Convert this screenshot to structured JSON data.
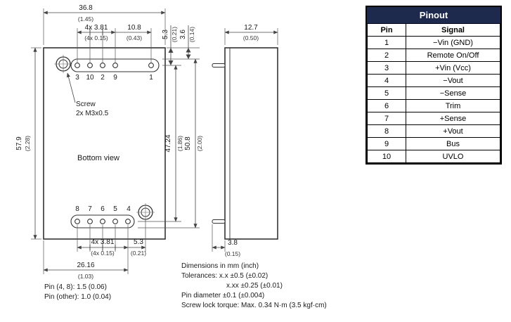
{
  "drawing": {
    "dims": {
      "body_width": {
        "mm": "36.8",
        "inch": "(1.45)"
      },
      "pin_pitch_top": {
        "mm": "4x 3.81",
        "inch": "(4x 0.15)"
      },
      "pin1_offset": {
        "mm": "10.8",
        "inch": "(0.43)"
      },
      "pin_edge_53_top": {
        "mm": "5.3",
        "inch": "(0.21)"
      },
      "slot_edge_36": {
        "mm": "3.6",
        "inch": "(0.14)"
      },
      "side_width": {
        "mm": "12.7",
        "inch": "(0.50)"
      },
      "body_height": {
        "mm": "57.9",
        "inch": "(2.28)"
      },
      "pin_row_span": {
        "mm": "47.24",
        "inch": "(1.86)"
      },
      "outer_span": {
        "mm": "50.8",
        "inch": "(2.00)"
      },
      "pin_pitch_bottom": {
        "mm": "4x 3.81",
        "inch": "(4x 0.15)"
      },
      "pin_edge_53_bottom": {
        "mm": "5.3",
        "inch": "(0.21)"
      },
      "edge_to_pin4": {
        "mm": "26.16",
        "inch": "(1.03)"
      },
      "pin_length": {
        "mm": "3.8",
        "inch": "(0.15)"
      }
    },
    "labels": {
      "screw_line1": "Screw",
      "screw_line2": "2x M3x0.5",
      "bottom_view": "Bottom view",
      "pins_top": [
        "3",
        "10",
        "2",
        "9",
        "1"
      ],
      "pins_bottom": [
        "8",
        "7",
        "6",
        "5",
        "4"
      ]
    },
    "notes": {
      "lines": [
        "Dimensions in mm (inch)",
        "Tolerances: x.x ±0.5 (±0.02)",
        "x.xx ±0.25 (±0.01)",
        "Pin diameter ±0.1 (±0.004)",
        "Screw lock torque: Max. 0.34 N·m (3.5 kgf·cm)"
      ],
      "pin_lines": [
        "Pin (4, 8): 1.5 (0.06)",
        "Pin (other): 1.0 (0.04)"
      ]
    }
  },
  "pinout": {
    "title": "Pinout",
    "columns": {
      "pin": "Pin",
      "signal": "Signal"
    },
    "rows": [
      {
        "pin": "1",
        "signal": "−Vin (GND)"
      },
      {
        "pin": "2",
        "signal": "Remote On/Off"
      },
      {
        "pin": "3",
        "signal": "+Vin (Vcc)"
      },
      {
        "pin": "4",
        "signal": "−Vout"
      },
      {
        "pin": "5",
        "signal": "−Sense"
      },
      {
        "pin": "6",
        "signal": "Trim"
      },
      {
        "pin": "7",
        "signal": "+Sense"
      },
      {
        "pin": "8",
        "signal": "+Vout"
      },
      {
        "pin": "9",
        "signal": "Bus"
      },
      {
        "pin": "10",
        "signal": "UVLO"
      }
    ],
    "colors": {
      "header_bg": "#1e2a4d",
      "header_text": "#ffffff"
    }
  }
}
